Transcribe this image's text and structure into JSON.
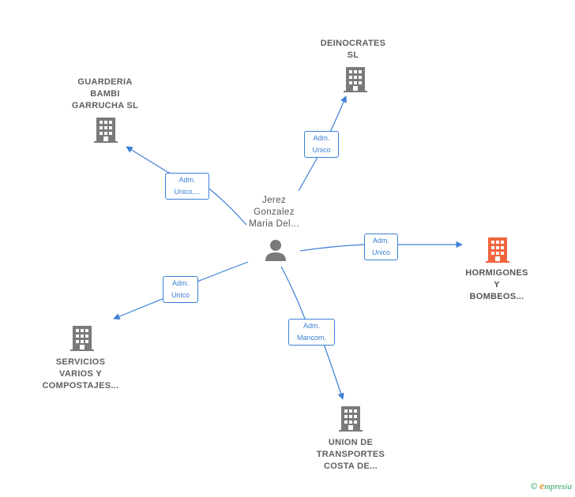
{
  "center": {
    "label": "Jerez\nGonzalez\nMaria Del..."
  },
  "companies": [
    {
      "id": "deinocrates",
      "label": "DEINOCRATES\nSL",
      "highlight": false
    },
    {
      "id": "guarderia",
      "label": "GUARDERIA\nBAMBI\nGARRUCHA  SL",
      "highlight": false
    },
    {
      "id": "hormigones",
      "label": "HORMIGONES\nY\nBOMBEOS...",
      "highlight": true
    },
    {
      "id": "servicios",
      "label": "SERVICIOS\nVARIOS Y\nCOMPOSTAJES...",
      "highlight": false
    },
    {
      "id": "union",
      "label": "UNION DE\nTRANSPORTES\nCOSTA DE...",
      "highlight": false
    }
  ],
  "relations": [
    {
      "target": "deinocrates",
      "label": "Adm.\nUnico"
    },
    {
      "target": "guarderia",
      "label": "Adm.\nUnico,..."
    },
    {
      "target": "hormigones",
      "label": "Adm.\nUnico"
    },
    {
      "target": "servicios",
      "label": "Adm.\nUnico"
    },
    {
      "target": "union",
      "label": "Adm.\nMancom."
    }
  ],
  "colors": {
    "edge": "#3a7fd5",
    "building": "#7a7a7a",
    "building_highlight": "#f0643c",
    "person": "#7a7a7a"
  },
  "footer": {
    "copyright": "©",
    "brand_initial": "e",
    "brand_rest": "mpresia"
  }
}
